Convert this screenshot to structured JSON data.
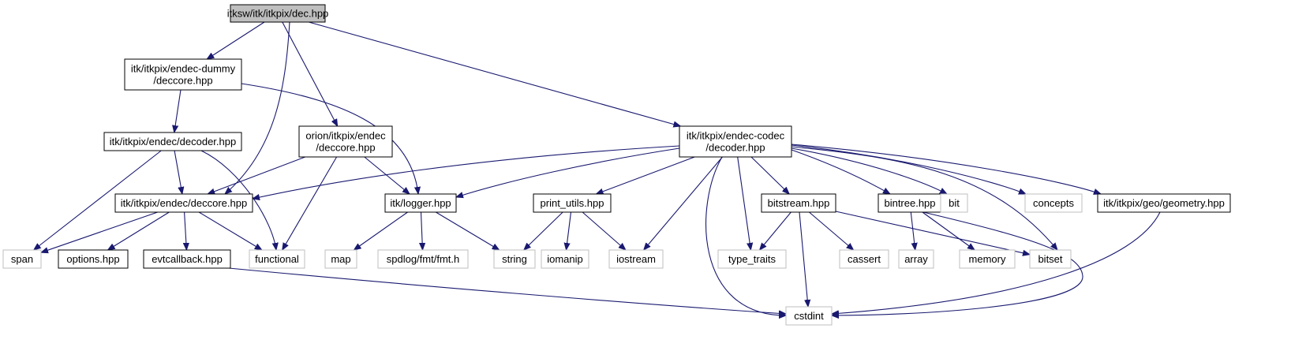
{
  "diagram": {
    "type": "include-dependency-graph",
    "nodes": [
      {
        "id": "dec",
        "label": [
          "itksw/itk/itkpix/dec.hpp"
        ],
        "kind": "root"
      },
      {
        "id": "dummy",
        "label": [
          "itk/itkpix/endec-dummy",
          "/deccore.hpp"
        ],
        "kind": "doc"
      },
      {
        "id": "orion",
        "label": [
          "orion/itkpix/endec",
          "/deccore.hpp"
        ],
        "kind": "doc"
      },
      {
        "id": "codec",
        "label": [
          "itk/itkpix/endec-codec",
          "/decoder.hpp"
        ],
        "kind": "doc"
      },
      {
        "id": "decoder",
        "label": [
          "itk/itkpix/endec/decoder.hpp"
        ],
        "kind": "doc"
      },
      {
        "id": "deccore",
        "label": [
          "itk/itkpix/endec/deccore.hpp"
        ],
        "kind": "doc"
      },
      {
        "id": "logger",
        "label": [
          "itk/logger.hpp"
        ],
        "kind": "doc"
      },
      {
        "id": "print",
        "label": [
          "print_utils.hpp"
        ],
        "kind": "doc"
      },
      {
        "id": "bitstream",
        "label": [
          "bitstream.hpp"
        ],
        "kind": "doc"
      },
      {
        "id": "bintree",
        "label": [
          "bintree.hpp"
        ],
        "kind": "doc"
      },
      {
        "id": "bit",
        "label": [
          "bit"
        ],
        "kind": "ext"
      },
      {
        "id": "concepts",
        "label": [
          "concepts"
        ],
        "kind": "ext"
      },
      {
        "id": "geometry",
        "label": [
          "itk/itkpix/geo/geometry.hpp"
        ],
        "kind": "doc"
      },
      {
        "id": "span",
        "label": [
          "span"
        ],
        "kind": "ext"
      },
      {
        "id": "options",
        "label": [
          "options.hpp"
        ],
        "kind": "doc"
      },
      {
        "id": "evtcb",
        "label": [
          "evtcallback.hpp"
        ],
        "kind": "doc"
      },
      {
        "id": "functional",
        "label": [
          "functional"
        ],
        "kind": "ext"
      },
      {
        "id": "map",
        "label": [
          "map"
        ],
        "kind": "ext"
      },
      {
        "id": "spdlog",
        "label": [
          "spdlog/fmt/fmt.h"
        ],
        "kind": "ext"
      },
      {
        "id": "string",
        "label": [
          "string"
        ],
        "kind": "ext"
      },
      {
        "id": "iomanip",
        "label": [
          "iomanip"
        ],
        "kind": "ext"
      },
      {
        "id": "iostream",
        "label": [
          "iostream"
        ],
        "kind": "ext"
      },
      {
        "id": "type_traits",
        "label": [
          "type_traits"
        ],
        "kind": "ext"
      },
      {
        "id": "cassert",
        "label": [
          "cassert"
        ],
        "kind": "ext"
      },
      {
        "id": "array",
        "label": [
          "array"
        ],
        "kind": "ext"
      },
      {
        "id": "memory",
        "label": [
          "memory"
        ],
        "kind": "ext"
      },
      {
        "id": "bitset",
        "label": [
          "bitset"
        ],
        "kind": "ext"
      },
      {
        "id": "cstdint",
        "label": [
          "cstdint"
        ],
        "kind": "ext"
      }
    ],
    "edges": [
      {
        "from": "dec",
        "to": "dummy"
      },
      {
        "from": "dec",
        "to": "deccore"
      },
      {
        "from": "dec",
        "to": "orion"
      },
      {
        "from": "dec",
        "to": "codec"
      },
      {
        "from": "dummy",
        "to": "decoder"
      },
      {
        "from": "dummy",
        "to": "logger"
      },
      {
        "from": "decoder",
        "to": "span"
      },
      {
        "from": "decoder",
        "to": "deccore"
      },
      {
        "from": "decoder",
        "to": "functional"
      },
      {
        "from": "orion",
        "to": "deccore"
      },
      {
        "from": "orion",
        "to": "functional"
      },
      {
        "from": "orion",
        "to": "logger"
      },
      {
        "from": "codec",
        "to": "deccore"
      },
      {
        "from": "codec",
        "to": "logger"
      },
      {
        "from": "codec",
        "to": "print"
      },
      {
        "from": "codec",
        "to": "iostream"
      },
      {
        "from": "codec",
        "to": "cstdint"
      },
      {
        "from": "codec",
        "to": "type_traits"
      },
      {
        "from": "codec",
        "to": "bitstream"
      },
      {
        "from": "codec",
        "to": "bintree"
      },
      {
        "from": "codec",
        "to": "bit"
      },
      {
        "from": "codec",
        "to": "bitset"
      },
      {
        "from": "codec",
        "to": "concepts"
      },
      {
        "from": "codec",
        "to": "geometry"
      },
      {
        "from": "deccore",
        "to": "span"
      },
      {
        "from": "deccore",
        "to": "options"
      },
      {
        "from": "deccore",
        "to": "evtcb"
      },
      {
        "from": "deccore",
        "to": "functional"
      },
      {
        "from": "logger",
        "to": "map"
      },
      {
        "from": "logger",
        "to": "spdlog"
      },
      {
        "from": "logger",
        "to": "string"
      },
      {
        "from": "print",
        "to": "string"
      },
      {
        "from": "print",
        "to": "iomanip"
      },
      {
        "from": "print",
        "to": "iostream"
      },
      {
        "from": "bitstream",
        "to": "type_traits"
      },
      {
        "from": "bitstream",
        "to": "cstdint"
      },
      {
        "from": "bitstream",
        "to": "cassert"
      },
      {
        "from": "bitstream",
        "to": "bitset"
      },
      {
        "from": "bintree",
        "to": "array"
      },
      {
        "from": "bintree",
        "to": "memory"
      },
      {
        "from": "bintree",
        "to": "cstdint"
      },
      {
        "from": "evtcb",
        "to": "cstdint"
      },
      {
        "from": "geometry",
        "to": "cstdint"
      }
    ]
  }
}
